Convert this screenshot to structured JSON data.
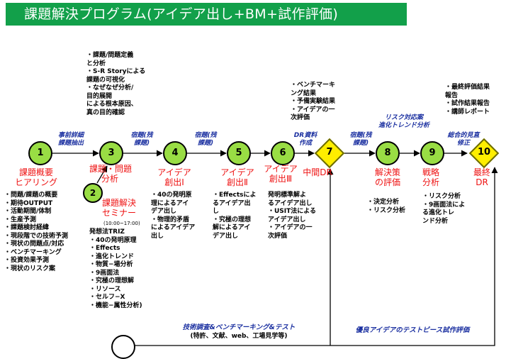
{
  "title": "課題解決プログラム(アイデア出し+BM+試作評価)",
  "nodes": [
    {
      "id": "1",
      "label": "課題概要\nヒアリング"
    },
    {
      "id": "2",
      "label": "課題解決\nセミナー"
    },
    {
      "id": "3",
      "label": "課題・問題\n分析"
    },
    {
      "id": "4",
      "label": "アイデア\n創出Ⅰ"
    },
    {
      "id": "5",
      "label": "アイデア\n創出Ⅱ"
    },
    {
      "id": "6",
      "label": "アイデア\n創出Ⅲ"
    },
    {
      "id": "7",
      "label": "中間DR"
    },
    {
      "id": "8",
      "label": "解決策\nの評価"
    },
    {
      "id": "9",
      "label": "戦略\n分析"
    },
    {
      "id": "10",
      "label": "最終\nDR"
    }
  ],
  "edge_labels": [
    "事前詳細\n課題抽出",
    "宿題(残\n課題)",
    "宿題(残\n課題)",
    "DR資料\n作成",
    "宿題(残\n課題)",
    "リスク対応案\n進化トレンド分析",
    "総合的見直\n修正"
  ],
  "bottom_labels": {
    "left": "技術調査&ベンチマーキング&テスト",
    "left_sub": "(特許、文献、web、工場見学等)",
    "right": "優良アイデアのテストピース試作評価"
  },
  "seminar_time": "(10:00~17:00)",
  "notes": {
    "n1": [
      "・問題/課題の概要",
      "・期待OUTPUT",
      "・活動期間/体制",
      "・生産予測",
      "・課題検討経緯",
      "・現段階での技術予測",
      "・現状の問題点/対応",
      "・ベンチマーキング",
      "・投資効果予測",
      "・現状のリスク案"
    ],
    "n2": [
      "発想法TRIZ",
      "・40の発明原理",
      "・Effects",
      "・進化トレンド",
      "・物質−場分析",
      "・9画面法",
      "・究極の理想解",
      "・リソース",
      "・セルフ−X",
      "・機能−属性分析)"
    ],
    "n3": [
      "・課題/問題定義",
      "と分析",
      "・S-R Storyによる",
      "課題の可視化",
      "・なぜなぜ分析/",
      "目的展開",
      "による根本原因、",
      "真の目的確認"
    ],
    "n4": [
      "・40の発明原",
      "理によるアイ",
      "デア出し",
      "・物理的矛盾",
      "によるアイデア",
      "出し"
    ],
    "n5": [
      "・Effectsによ",
      "るアイデア出",
      "し",
      "・究極の理想",
      "解によるアイ",
      "デア出し"
    ],
    "n6": [
      "発明標準解よ",
      "るアイデア出し",
      "・USIT法による",
      "アイデア出し",
      "・アイデアの一",
      "次評価"
    ],
    "n6top": [
      "・ベンチマーキ",
      "ング結果",
      "・予備実験結果",
      "・アイデアの一",
      "次評価"
    ],
    "n8": [
      "・決定分析",
      "・リスク分析"
    ],
    "n9": [
      "・リスク分析",
      "・9画面法によ",
      "る進化トレ",
      "ンド分析"
    ],
    "n10top": [
      "・最終評価結果",
      "報告",
      "・試作結果報告",
      "・講師レポート"
    ]
  },
  "colors": {
    "banner": "#12a04a",
    "node": "#99dd44",
    "diamond": "#ffee00",
    "red_text": "#ee1111",
    "blue_text": "#1a2fa0"
  }
}
